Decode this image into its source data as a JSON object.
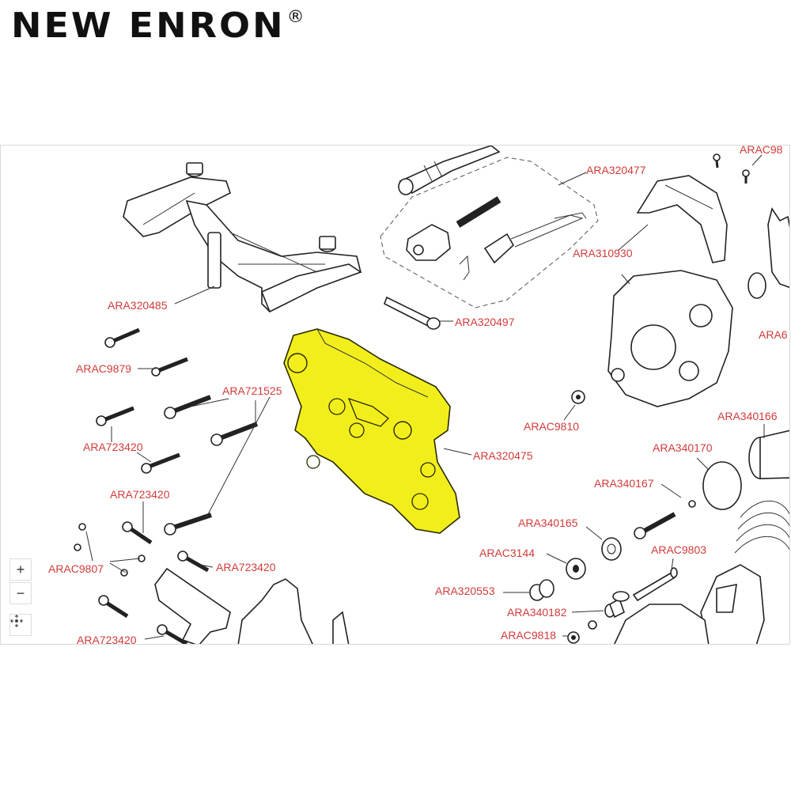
{
  "brand": {
    "name": "NEW ENRON",
    "registered": "®"
  },
  "controls": {
    "zoom_in": "+",
    "zoom_out": "−",
    "reset_icon": "locate-icon"
  },
  "colors": {
    "label": "#d13b3b",
    "highlight": "#f2ee1c"
  },
  "labels": {
    "ara320485": "ARA320485",
    "arac9879": "ARAC9879",
    "ara721525": "ARA721525",
    "ara723420_a": "ARA723420",
    "ara723420_b": "ARA723420",
    "ara723420_c": "ARA723420",
    "ara723420_d": "ARA723420",
    "arac9807": "ARAC9807",
    "ara320477": "ARA320477",
    "ara320497": "ARA320497",
    "ara310930": "ARA310930",
    "ara320475": "ARA320475",
    "arac9810": "ARAC9810",
    "arac98_top": "ARAC98",
    "ara6_right": "ARA6",
    "ara340166": "ARA340166",
    "ara340170": "ARA340170",
    "ara340167": "ARA340167",
    "ara340165": "ARA340165",
    "arac3144": "ARAC3144",
    "arac9803": "ARAC9803",
    "ara320553": "ARA320553",
    "ara340182": "ARA340182",
    "arac9818": "ARAC9818"
  }
}
